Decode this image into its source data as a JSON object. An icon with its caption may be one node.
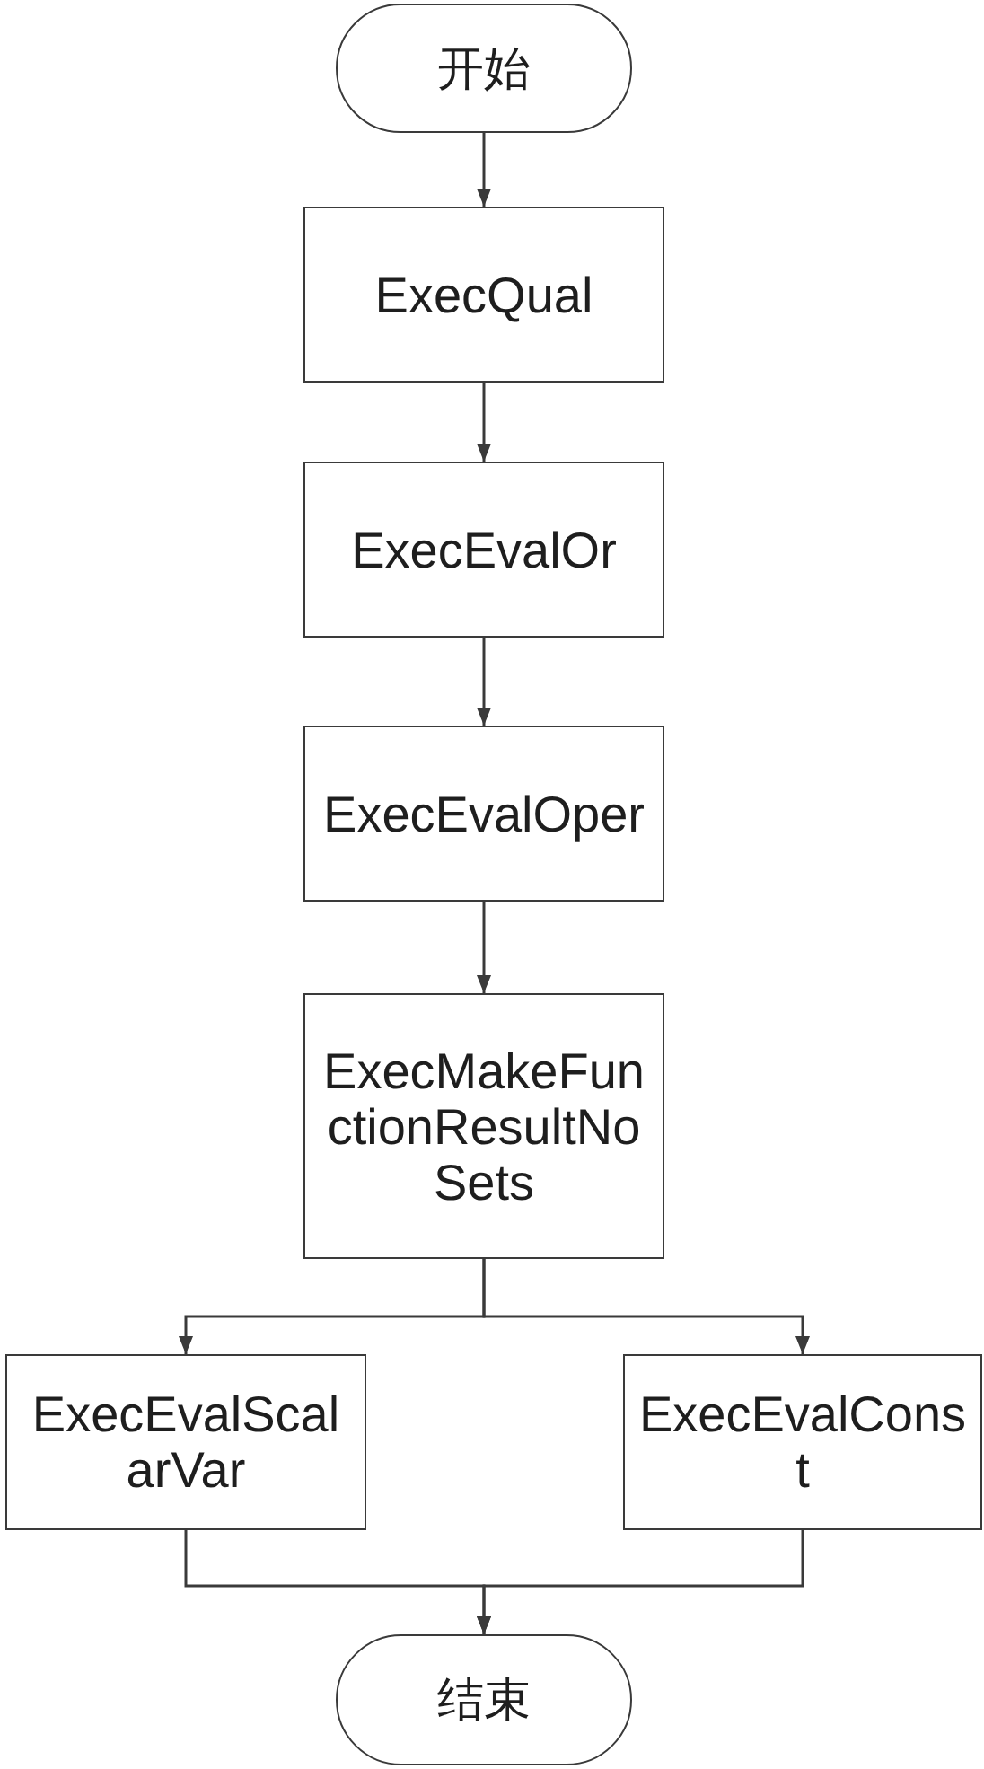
{
  "diagram": {
    "nodes": [
      {
        "text": [
          "开始"
        ]
      },
      {
        "text": [
          "ExecQual"
        ]
      },
      {
        "text": [
          "ExecEvalOr"
        ]
      },
      {
        "text": [
          "ExecEvalOper"
        ]
      },
      {
        "text": [
          "ExecMakeFunctionResultNoSets"
        ]
      },
      {
        "text": [
          "ExecEvalScalarVar"
        ]
      },
      {
        "text": [
          "ExecEvalConst"
        ]
      },
      {
        "text": [
          "结束"
        ]
      }
    ],
    "edges": [
      {
        "from": 0,
        "to": 1,
        "arrow": "to"
      },
      {
        "from": 1,
        "to": 2,
        "arrow": "to"
      },
      {
        "from": 2,
        "to": 3,
        "arrow": "to"
      },
      {
        "from": 3,
        "to": 4,
        "arrow": "to"
      },
      {
        "from": 4,
        "to": 5,
        "arrow": "to"
      },
      {
        "from": 4,
        "to": 6,
        "arrow": "to"
      },
      {
        "from": 5,
        "to": 7,
        "arrow": "to"
      },
      {
        "from": 6,
        "to": 7,
        "arrow": "to"
      }
    ]
  }
}
